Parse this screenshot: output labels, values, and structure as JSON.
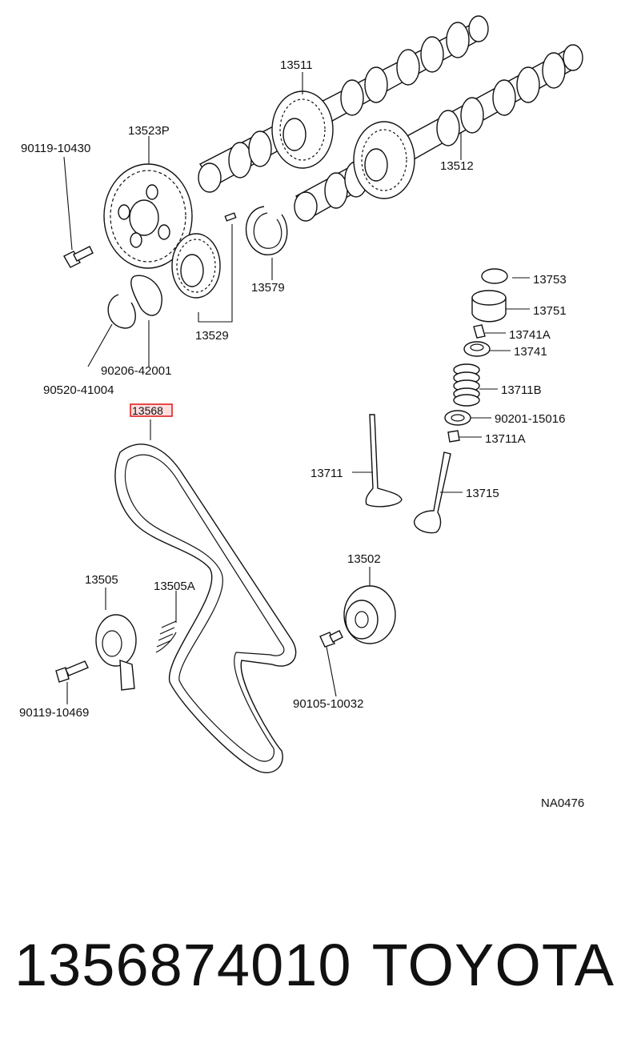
{
  "labels": {
    "camshaft_1": "13511",
    "camshaft_2": "13512",
    "cam_pulley": "13523P",
    "bolt_top": "90119-10430",
    "cam_gear": "13529",
    "snap_ring_large": "13579",
    "snap_ring_small": "90520-41004",
    "plate_washer": "90206-42001",
    "timing_belt": "13568",
    "valve_shim": "13753",
    "valve_lifter": "13751",
    "valve_keeper": "13741A",
    "spring_retainer": "13741",
    "valve_spring": "13711B",
    "spring_seat": "90201-15016",
    "valve_seal": "13711A",
    "intake_valve": "13711",
    "exhaust_valve": "13715",
    "idler_pulley": "13502",
    "tensioner": "13505",
    "tensioner_spring": "13505A",
    "bolt_tensioner": "90119-10469",
    "bolt_idler": "90105-10032",
    "diagram_code": "NA0476"
  },
  "footer": {
    "part_number": "1356874010",
    "brand": "TOYOTA"
  },
  "highlight_color": "#e02020"
}
